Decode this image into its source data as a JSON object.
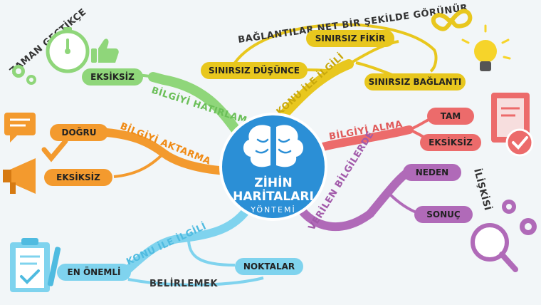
{
  "center": {
    "title_line1": "ZİHİN",
    "title_line2": "HARİTALARI",
    "subtitle": "YÖNTEMİ"
  },
  "branches": {
    "hatirlama": {
      "label": "BİLGİYİ HATIRLAMA",
      "node": "EKSİKSİZ",
      "caption": "ZAMAN GEÇTİKÇE",
      "color": "#8fd67a"
    },
    "konu_top": {
      "label": "KONU İLE İLGİLİ",
      "caption": "BAĞLANTILAR NET BİR ŞEKİLDE GÖRÜNÜR",
      "nodes": [
        "SINIRSIZ FİKİR",
        "SINIRSIZ DÜŞÜNCE",
        "SINIRSIZ BAĞLANTI"
      ],
      "color": "#e8c71e"
    },
    "alma": {
      "label": "BİLGİYİ ALMA",
      "nodes": [
        "TAM",
        "EKSİKSİZ"
      ],
      "color": "#ec6b6b"
    },
    "verilen": {
      "label": "VERİLEN BİLGİLERDE",
      "caption": "İLİŞKİSİ",
      "nodes": [
        "NEDEN",
        "SONUÇ"
      ],
      "color": "#b06ab8"
    },
    "konu_bottom": {
      "label": "KONU İLE İLGİLİ",
      "nodes": [
        "EN ÖNEMLİ",
        "NOKTALAR"
      ],
      "caption": "BELİRLEMEK",
      "color": "#7fd3ee"
    },
    "aktarma": {
      "label": "BİLGİYİ AKTARMA",
      "nodes": [
        "DOĞRU",
        "EKSİKSİZ"
      ],
      "color": "#f39a2e"
    }
  },
  "icons": [
    "stopwatch-icon",
    "thumbs-up-icon",
    "gears-icon",
    "infinity-icon",
    "lightbulb-icon",
    "book-check-icon",
    "magnifier-gears-icon",
    "clipboard-check-icon",
    "speech-bubble-icon",
    "megaphone-icon",
    "checkmark-icon"
  ]
}
